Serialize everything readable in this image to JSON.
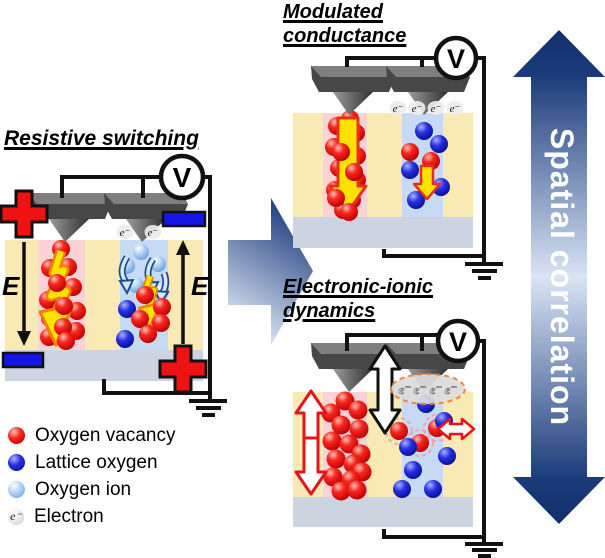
{
  "panels": {
    "resistive_switching": {
      "title": "Resistive switching",
      "voltmeter": "V",
      "e_field": "E",
      "electron": "e⁻",
      "polarity_positive": "+",
      "polarity_negative": "−"
    },
    "modulated_conductance": {
      "title_line1": "Modulated",
      "title_line2": "conductance",
      "voltmeter": "V",
      "electron": "e⁻"
    },
    "electronic_ionic_dynamics": {
      "title_line1": "Electronic-ionic",
      "title_line2": "dynamics",
      "voltmeter": "V",
      "electron": "e⁻"
    }
  },
  "spatial_arrow": {
    "label": "Spatial correlation"
  },
  "legend": {
    "items": [
      {
        "icon": "oxygen-vacancy-sphere",
        "label": "Oxygen vacancy",
        "color": "#ee1018"
      },
      {
        "icon": "lattice-oxygen-sphere",
        "label": "Lattice oxygen",
        "color": "#1a22cc"
      },
      {
        "icon": "oxygen-ion-sphere",
        "label": "Oxygen ion",
        "color": "#82b4ee"
      },
      {
        "icon": "electron-symbol",
        "label": "Electron",
        "symbol": "e⁻",
        "color": "#d9d9d9"
      }
    ]
  },
  "colors": {
    "sample_film": "#f9e9b4",
    "red_filament_column": "#fbd2d6",
    "blue_filament_column": "#c6daf3",
    "substrate": "#ccd3e1",
    "electrode_plus": "#ee1212",
    "electrode_minus": "#1515e8",
    "conduction_arrow_yellow": "#ffe100",
    "spatial_arrow_dark": "#12306a",
    "spatial_arrow_light": "#d9e4f4"
  }
}
